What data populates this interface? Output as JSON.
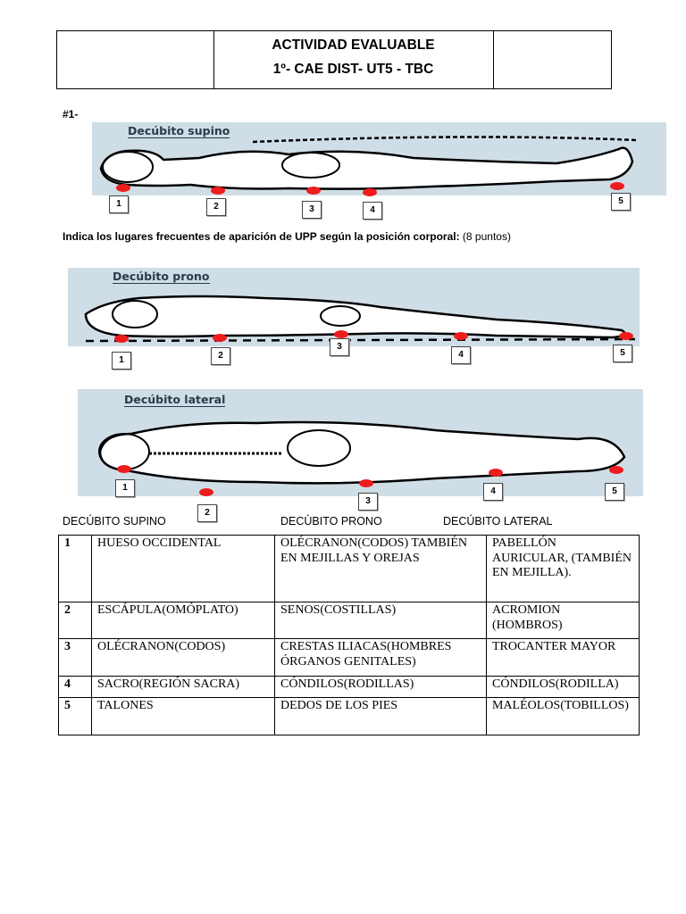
{
  "header": {
    "title": "ACTIVIDAD EVALUABLE",
    "subtitle": "1º- CAE DIST- UT5 - TBC"
  },
  "section_label": "#1-",
  "instruction": {
    "bold": "Indica los lugares frecuentes de aparición de UPP según la posición corporal:",
    "normal": "(8 puntos)"
  },
  "figures": {
    "supino": {
      "title": "Decúbito supino",
      "markers": [
        "1",
        "2",
        "3",
        "4",
        "5"
      ]
    },
    "prono": {
      "title": "Decúbito prono",
      "markers": [
        "1",
        "2",
        "3",
        "4",
        "5"
      ]
    },
    "lateral": {
      "title": "Decúbito lateral",
      "markers": [
        "1",
        "2",
        "3",
        "4",
        "5"
      ]
    }
  },
  "column_captions": [
    "DECÚBITO SUPINO",
    "DECÙBITO PRONO",
    "DECÚBITO LATERAL"
  ],
  "table": {
    "rows": [
      [
        "1",
        "HUESO OCCIDENTAL",
        "OLÉCRANON(CODOS) TAMBIÉN EN MEJILLAS Y OREJAS",
        "PABELLÓN AURICULAR, (TAMBIÉN EN MEJILLA)."
      ],
      [
        "2",
        "ESCÁPULA(OMÓPLATO)",
        "SENOS(COSTILLAS)",
        "ACROMION (HOMBROS)"
      ],
      [
        "3",
        "OLÉCRANON(CODOS)",
        "CRESTAS ILIACAS(HOMBRES ÓRGANOS GENITALES)",
        "TROCANTER MAYOR"
      ],
      [
        "4",
        "SACRO(REGIÓN SACRA)",
        "CÓNDILOS(RODILLAS)",
        "CÓNDILOS(RODILLA)"
      ],
      [
        "5",
        "TALONES",
        "DEDOS DE LOS PIES",
        "MALÉOLOS(TOBILLOS)"
      ]
    ]
  }
}
